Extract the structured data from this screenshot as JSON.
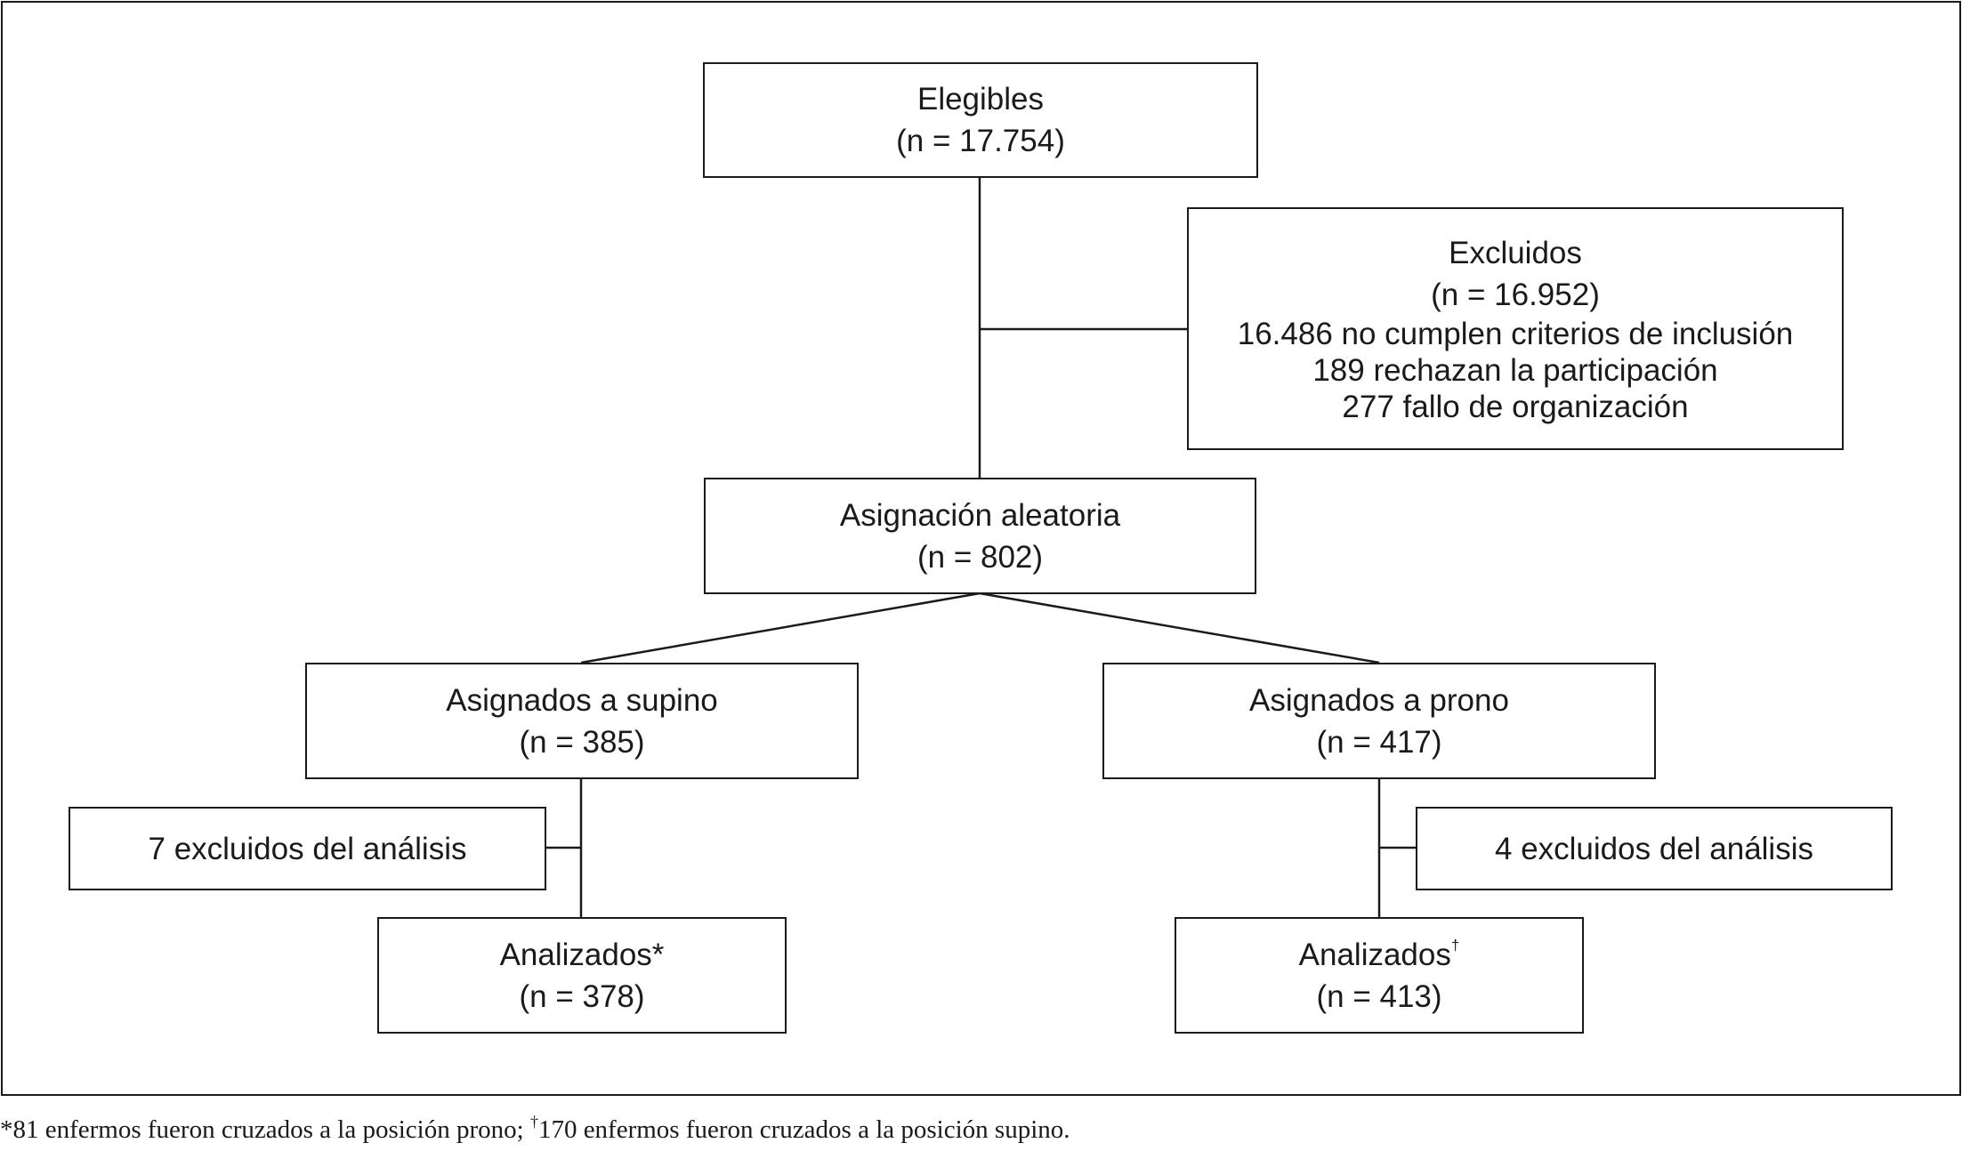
{
  "flowchart": {
    "eligible": {
      "title": "Elegibles",
      "n": "(n = 17.754)"
    },
    "excluded": {
      "title": "Excluidos",
      "n": "(n = 16.952)",
      "reasons": [
        "16.486 no cumplen criterios de inclusión",
        "189 rechazan la participación",
        "277 fallo de organización"
      ]
    },
    "randomized": {
      "title": "Asignación aleatoria",
      "n": "(n = 802)"
    },
    "supine": {
      "title": "Asignados a supino",
      "n": "(n = 385)"
    },
    "prone": {
      "title": "Asignados a prono",
      "n": "(n = 417)"
    },
    "supine_excluded": {
      "label": "7 excluidos del análisis"
    },
    "prone_excluded": {
      "label": "4 excluidos del análisis"
    },
    "supine_analyzed": {
      "title": "Analizados",
      "mark": "*",
      "n": "(n = 378)"
    },
    "prone_analyzed": {
      "title": "Analizados",
      "mark": "†",
      "n": "(n = 413)"
    }
  },
  "footnote": {
    "mark1": "*",
    "text1": "81 enfermos fueron cruzados a la posición prono; ",
    "mark2": "†",
    "text2": "170 enfermos fueron cruzados a la posición supino."
  },
  "colors": {
    "line": "#1a1a1a",
    "background": "#ffffff"
  }
}
